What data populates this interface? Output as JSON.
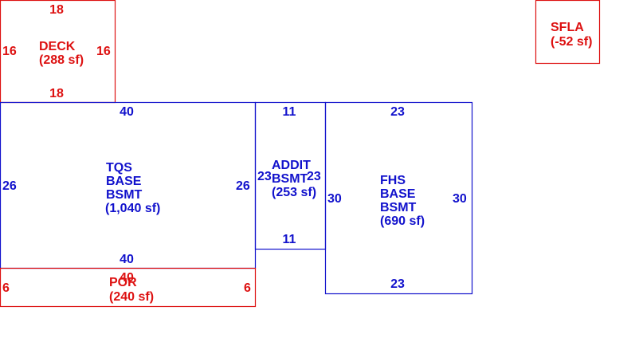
{
  "colors": {
    "red": "#dd1111",
    "blue": "#1111cc"
  },
  "areas": {
    "deck": {
      "color": "red",
      "name": "DECK",
      "area": "(288 sf)",
      "dims": {
        "top": "18",
        "bottom": "18",
        "left": "16",
        "right": "16"
      }
    },
    "sfla": {
      "color": "red",
      "name": "SFLA",
      "area": "(-52 sf)"
    },
    "tqs": {
      "color": "blue",
      "name_lines": [
        "TQS",
        "BASE",
        "BSMT"
      ],
      "area": "(1,040 sf)",
      "dims": {
        "top": "40",
        "bottom": "40",
        "left": "26",
        "right": "26"
      }
    },
    "addit": {
      "color": "blue",
      "name_lines": [
        "ADDIT",
        "BSMT"
      ],
      "area": "(253 sf)",
      "dims": {
        "top": "11",
        "bottom": "11",
        "left": "23",
        "right": "23"
      }
    },
    "fhs": {
      "color": "blue",
      "name_lines": [
        "FHS",
        "BASE",
        "BSMT"
      ],
      "area": "(690 sf)",
      "dims": {
        "top": "23",
        "bottom": "23",
        "left": "30",
        "right": "30"
      }
    },
    "por": {
      "color": "red",
      "name": "POR",
      "area": "(240 sf)",
      "dims": {
        "top": "40",
        "left": "6",
        "right": "6"
      }
    }
  }
}
